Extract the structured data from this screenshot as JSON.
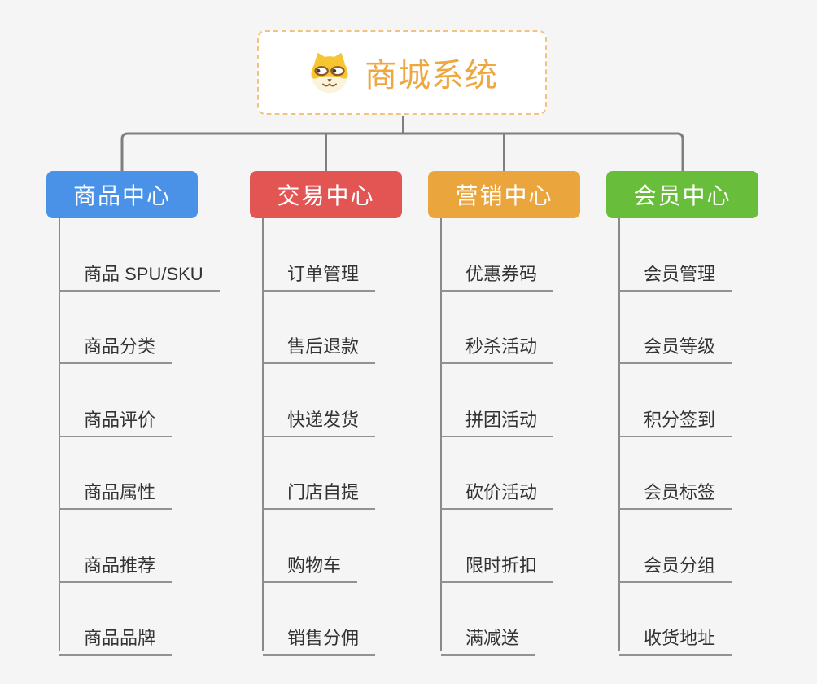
{
  "root": {
    "title": "商城系统",
    "icon": "shiba-dog-icon",
    "title_color": "#efa73f"
  },
  "branches": [
    {
      "title": "商品中心",
      "color": "#4a91e8",
      "items": [
        "商品 SPU/SKU",
        "商品分类",
        "商品评价",
        "商品属性",
        "商品推荐",
        "商品品牌"
      ]
    },
    {
      "title": "交易中心",
      "color": "#e25552",
      "items": [
        "订单管理",
        "售后退款",
        "快递发货",
        "门店自提",
        "购物车",
        "销售分佣"
      ]
    },
    {
      "title": "营销中心",
      "color": "#eaa63c",
      "items": [
        "优惠券码",
        "秒杀活动",
        "拼团活动",
        "砍价活动",
        "限时折扣",
        "满减送"
      ]
    },
    {
      "title": "会员中心",
      "color": "#68be3a",
      "items": [
        "会员管理",
        "会员等级",
        "积分签到",
        "会员标签",
        "会员分组",
        "收货地址"
      ]
    }
  ],
  "colors": {
    "background": "#f5f5f5",
    "connector_line": "#7f7f7f",
    "branch_trunk": "#8a8a8a",
    "item_underline": "#929292",
    "item_text": "#333333",
    "root_border": "#f0c47e",
    "root_background": "#ffffff",
    "header_text": "#ffffff"
  }
}
